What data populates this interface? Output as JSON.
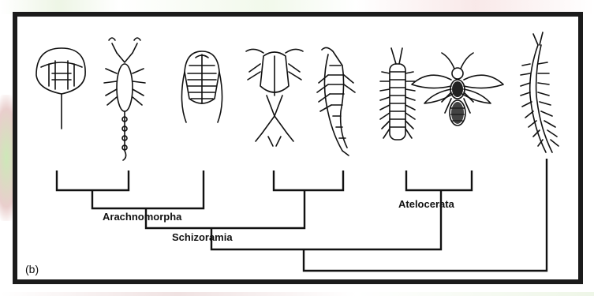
{
  "figure": {
    "panel_label": "(b)",
    "clades": {
      "arachnomorpha": "Arachnomorpha",
      "schizoramia": "Schizoramia",
      "atelocerata": "Atelocerata"
    },
    "taxa_icons": [
      "horseshoe-crab-icon",
      "scorpion-icon",
      "trilobite-icon",
      "crustacean-icon",
      "shrimp-icon",
      "centipede-icon",
      "wasp-icon",
      "millipede-icon"
    ],
    "line_color": "#111111"
  }
}
